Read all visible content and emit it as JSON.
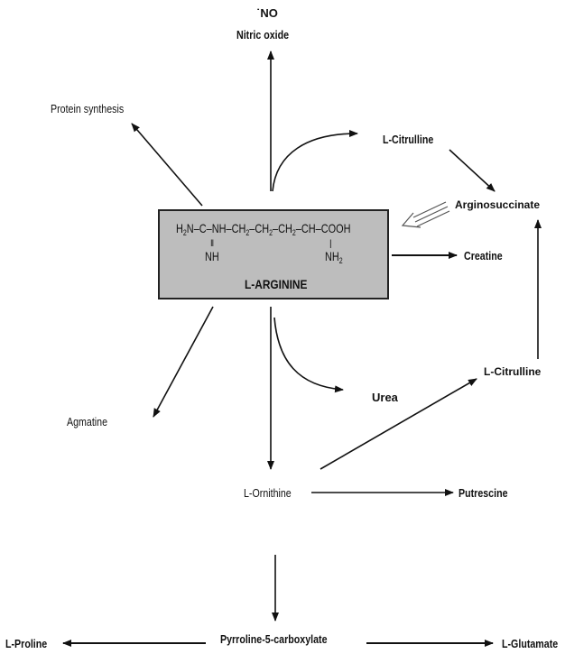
{
  "nodes": {
    "no_radical": "˙NO",
    "nitric_oxide": "Nitric oxide",
    "protein_synthesis": "Protein synthesis",
    "citrulline_top": "L-Citrulline",
    "argininosuccinate": "Arginosuccinate",
    "creatine": "Creatine",
    "urea": "Urea",
    "citrulline_right": "L-Citrulline",
    "agmatine": "Agmatine",
    "ornithine": "L-Ornithine",
    "putrescine": "Putrescine",
    "p5c": "Pyrroline-5-carboxylate",
    "proline": "L-Proline",
    "glutamate": "L-Glutamate"
  },
  "arginine": {
    "name": "L-ARGININE",
    "formula_main": "H2N–C–NH–CH2–CH2–CH2–CH–COOH",
    "formula_nh": "NH",
    "formula_nh2": "NH2"
  }
}
